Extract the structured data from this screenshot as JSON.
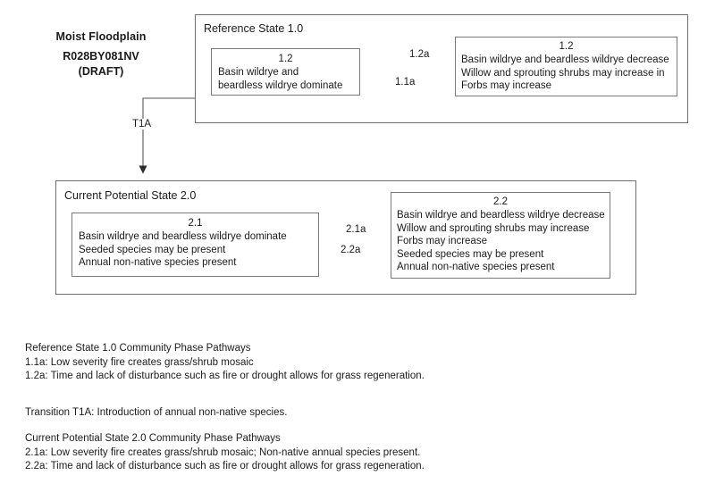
{
  "title_block": {
    "line1": "Moist Floodplain",
    "line2": "R028BY081NV",
    "line3": "(DRAFT)"
  },
  "reference_state": {
    "label": "Reference State 1.0",
    "phase_left": {
      "number": "1.2",
      "lines": [
        "Basin wildrye and",
        "beardless wildrye dominate"
      ]
    },
    "phase_right": {
      "number": "1.2",
      "lines": [
        "Basin wildrye and beardless wildrye decrease",
        "Willow and sprouting shrubs may increase in",
        "Forbs may increase"
      ]
    },
    "arrow_top_label": "1.2a",
    "arrow_bottom_label": "1.1a"
  },
  "transition": {
    "label": "T1A"
  },
  "current_state": {
    "label": "Current Potential State 2.0",
    "phase_left": {
      "number": "2.1",
      "lines": [
        "Basin wildrye and beardless wildrye dominate",
        "Seeded species may be present",
        "Annual non-native species present"
      ]
    },
    "phase_right": {
      "number": "2.2",
      "lines": [
        "Basin wildrye and beardless wildrye decrease",
        "Willow and sprouting shrubs may increase",
        "Forbs may increase",
        "Seeded species may be present",
        "Annual non-native species present"
      ]
    },
    "arrow_top_label": "2.1a",
    "arrow_bottom_label": "2.2a"
  },
  "caption": {
    "group1_heading": "Reference State 1.0 Community Phase Pathways",
    "group1_line1": "1.1a: Low severity fire creates grass/shrub mosaic",
    "group1_line2": "1.2a: Time and lack of disturbance such as fire or drought allows for grass regeneration.",
    "transition_line": "Transition T1A: Introduction of annual non-native species.",
    "group2_heading": "Current Potential State 2.0 Community Phase Pathways",
    "group2_line1": "2.1a: Low severity fire creates grass/shrub mosaic; Non-native annual species present.",
    "group2_line2": "2.2a: Time and lack of disturbance such as fire or drought allows for grass regeneration."
  },
  "colors": {
    "box_border": "#6f6f6f",
    "wire": "#555555",
    "text": "#1c1c1c",
    "background": "#ffffff"
  }
}
